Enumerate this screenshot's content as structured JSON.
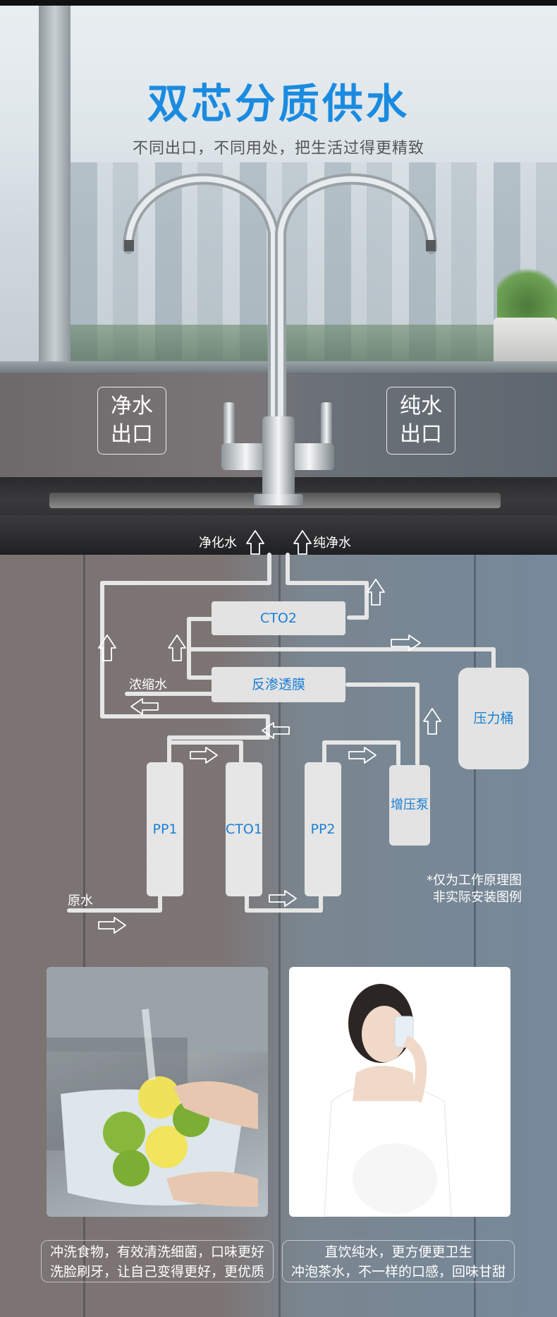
{
  "header": {
    "title": "双芯分质供水",
    "subtitle": "不同出口，不同用处，把生活过得更精致"
  },
  "outlets": {
    "left": "净水\n出口",
    "right": "纯水\n出口"
  },
  "pipes": {
    "left_label": "净化水",
    "right_label": "纯净水"
  },
  "diagram": {
    "cto2": "CTO2",
    "ro_membrane": "反渗透膜",
    "concentrate": "浓缩水",
    "pressure_tank": "压力桶",
    "booster_pump": "增压泵",
    "raw_water": "原水",
    "filters": [
      "PP1",
      "CTO1",
      "PP2"
    ],
    "note": "*仅为工作原理图\n非实际安装图例"
  },
  "captions": {
    "left": "冲洗食物，有效清洗细菌，口味更好\n洗脸刷牙，让自己变得更好，更优质",
    "right": "直饮纯水，更方便更卫生\n冲泡茶水，不一样的口感，回味甘甜"
  },
  "colors": {
    "accent": "#1a8be0",
    "component_text": "#1a7fd6"
  }
}
